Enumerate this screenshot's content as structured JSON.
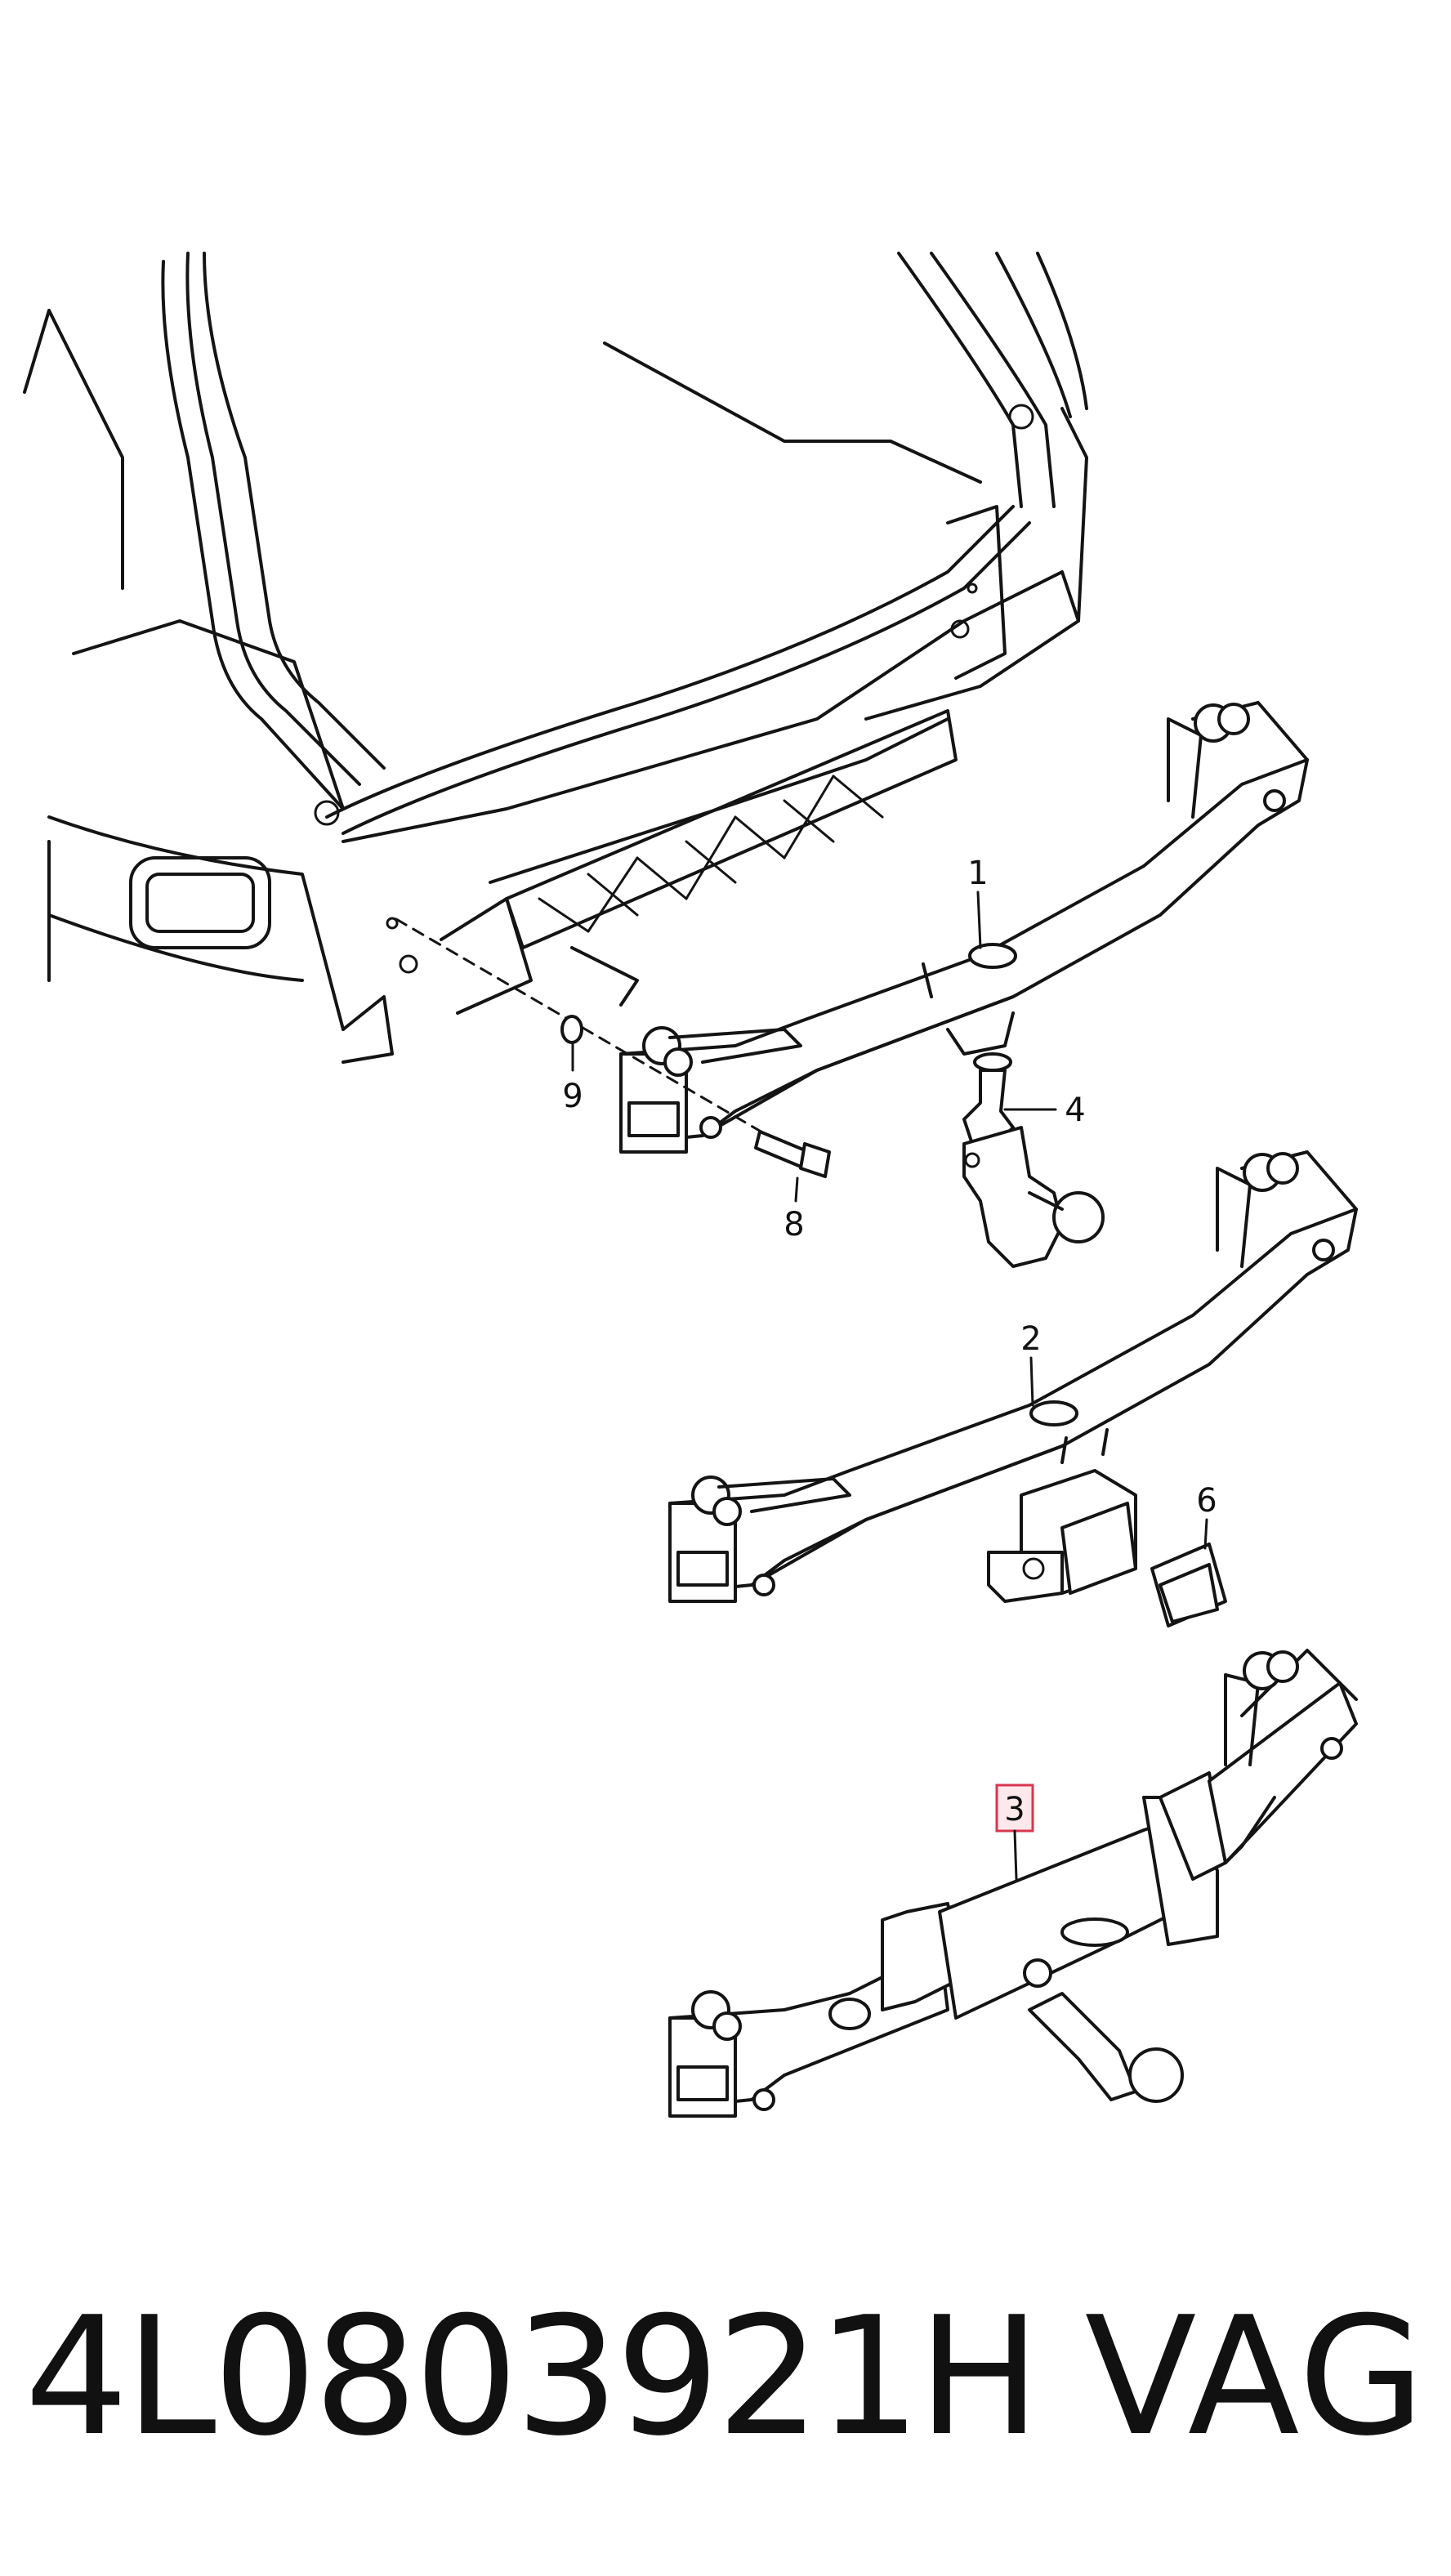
{
  "diagram": {
    "callouts": [
      {
        "id": "1",
        "label": "1"
      },
      {
        "id": "2",
        "label": "2"
      },
      {
        "id": "3",
        "label": "3",
        "highlight": true
      },
      {
        "id": "4",
        "label": "4"
      },
      {
        "id": "6",
        "label": "6"
      },
      {
        "id": "8",
        "label": "8"
      },
      {
        "id": "9",
        "label": "9"
      }
    ],
    "highlight_color": "#d9364f"
  },
  "footer": {
    "part_number": "4L0803921H",
    "brand": "VAG"
  }
}
